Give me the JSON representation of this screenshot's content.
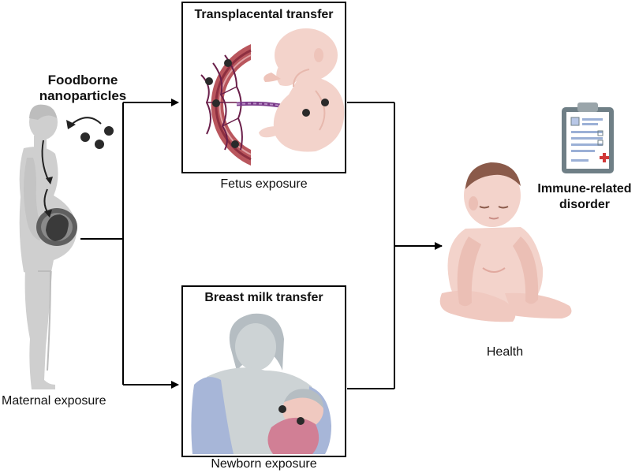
{
  "labels": {
    "foodborne": [
      "Foodborne",
      "nanoparticles"
    ],
    "maternal": "Maternal exposure",
    "transplacental": "Transplacental transfer",
    "fetus": "Fetus exposure",
    "breast_milk": "Breast milk transfer",
    "newborn": "Newborn exposure",
    "health": "Health",
    "immune": [
      "Immune-related",
      "disorder"
    ]
  },
  "colors": {
    "skin": "#f3d3cb",
    "skin_shade": "#e7b8ad",
    "mother_gray": "#cfcfcf",
    "placenta_red": "#b9565d",
    "vessel": "#6a1f4a",
    "particle": "#2a2a2a",
    "blanket": "#a7b6d8",
    "baby_wrap": "#d17f95",
    "clipboard": "#6f7f86",
    "arrow": "#000000"
  }
}
